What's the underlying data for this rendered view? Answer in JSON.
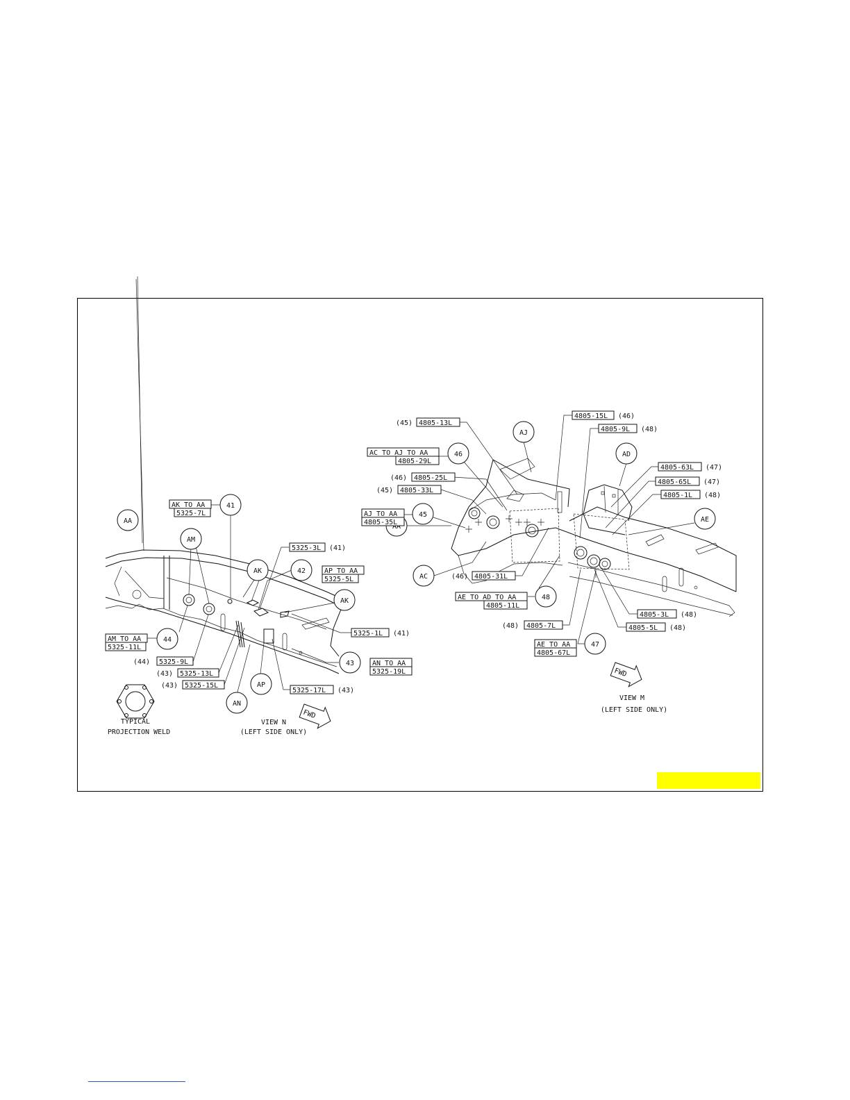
{
  "colors": {
    "highlight": "#ffff00",
    "link_line": "#3355cc",
    "ink": "#111111"
  },
  "view_n": {
    "title": "VIEW N",
    "subtitle": "(LEFT SIDE ONLY)",
    "fwd": "FWD",
    "typical_line1": "TYPICAL",
    "typical_line2": "PROJECTION WELD",
    "callouts": {
      "c41": "41",
      "c42": "42",
      "c43": "43",
      "c44": "44",
      "aa": "AA",
      "am": "AM",
      "ak1": "AK",
      "ak2": "AK",
      "an": "AN",
      "ap": "AP"
    },
    "labels": {
      "ak_to_aa": "AK TO AA",
      "w5325_7l": "5325-7L",
      "w5325_3l": "5325-3L",
      "n41a": "(41)",
      "ap_to_aa": "AP TO AA",
      "w5325_5l": "5325-5L",
      "w5325_1l": "5325-1L",
      "n41b": "(41)",
      "am_to_aa": "AM TO AA",
      "w5325_11l": "5325-11L",
      "n44": "(44)",
      "w5325_9l": "5325-9L",
      "n43a": "(43)",
      "w5325_13l": "5325-13L",
      "n43b": "(43)",
      "w5325_15l": "5325-15L",
      "an_to_aa": "AN TO AA",
      "w5325_19l": "5325-19L",
      "w5325_17l": "5325-17L",
      "n43c": "(43)"
    }
  },
  "view_m": {
    "title": "VIEW M",
    "subtitle": "(LEFT SIDE ONLY)",
    "fwd": "FWD",
    "callouts": {
      "c45": "45",
      "c46": "46",
      "c47": "47",
      "c48": "48",
      "aj": "AJ",
      "ad": "AD",
      "ae": "AE",
      "aa": "AA",
      "ac": "AC"
    },
    "labels": {
      "n45a": "(45)",
      "w4805_13l": "4805-13L",
      "w4805_15l": "4805-15L",
      "n46a": "(46)",
      "w4805_9l": "4805-9L",
      "n48a": "(48)",
      "ac_to_aj_to_aa": "AC TO AJ TO AA",
      "w4805_29l": "4805-29L",
      "w4805_63l": "4805-63L",
      "n47a": "(47)",
      "n46b": "(46)",
      "w4805_25l": "4805-25L",
      "w4805_65l": "4805-65L",
      "n47b": "(47)",
      "n45b": "(45)",
      "w4805_33l": "4805-33L",
      "w4805_1l": "4805-1L",
      "n48b": "(48)",
      "aj_to_aa": "AJ TO AA",
      "w4805_35l": "4805-35L",
      "n46c": "(46)",
      "w4805_31l": "4805-31L",
      "ae_to_ad_to_aa": "AE TO AD TO AA",
      "w4805_11l": "4805-11L",
      "w4805_3l": "4805-3L",
      "n48c": "(48)",
      "n48d": "(48)",
      "w4805_7l": "4805-7L",
      "w4805_5l": "4805-5L",
      "n48e": "(48)",
      "ae_to_aa": "AE TO AA",
      "w4805_67l": "4805-67L"
    }
  }
}
